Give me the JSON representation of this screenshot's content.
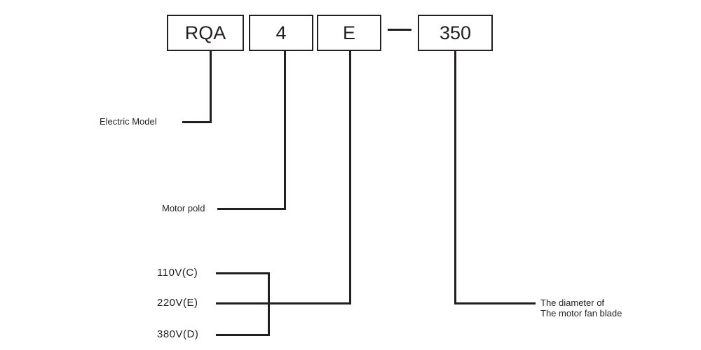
{
  "code_boxes": [
    {
      "id": "series",
      "text": "RQA"
    },
    {
      "id": "poles",
      "text": "4"
    },
    {
      "id": "voltage",
      "text": "E"
    },
    {
      "id": "diameter",
      "text": "350"
    }
  ],
  "separator": "—",
  "labels": {
    "electric_model": "Electric Model",
    "motor_pole": "Motor pold",
    "diameter_line1": "The diameter of",
    "diameter_line2": "The motor fan blade"
  },
  "voltage_options": [
    {
      "text": "110V(C)"
    },
    {
      "text": "220V(E)"
    },
    {
      "text": "380V(D)"
    }
  ]
}
